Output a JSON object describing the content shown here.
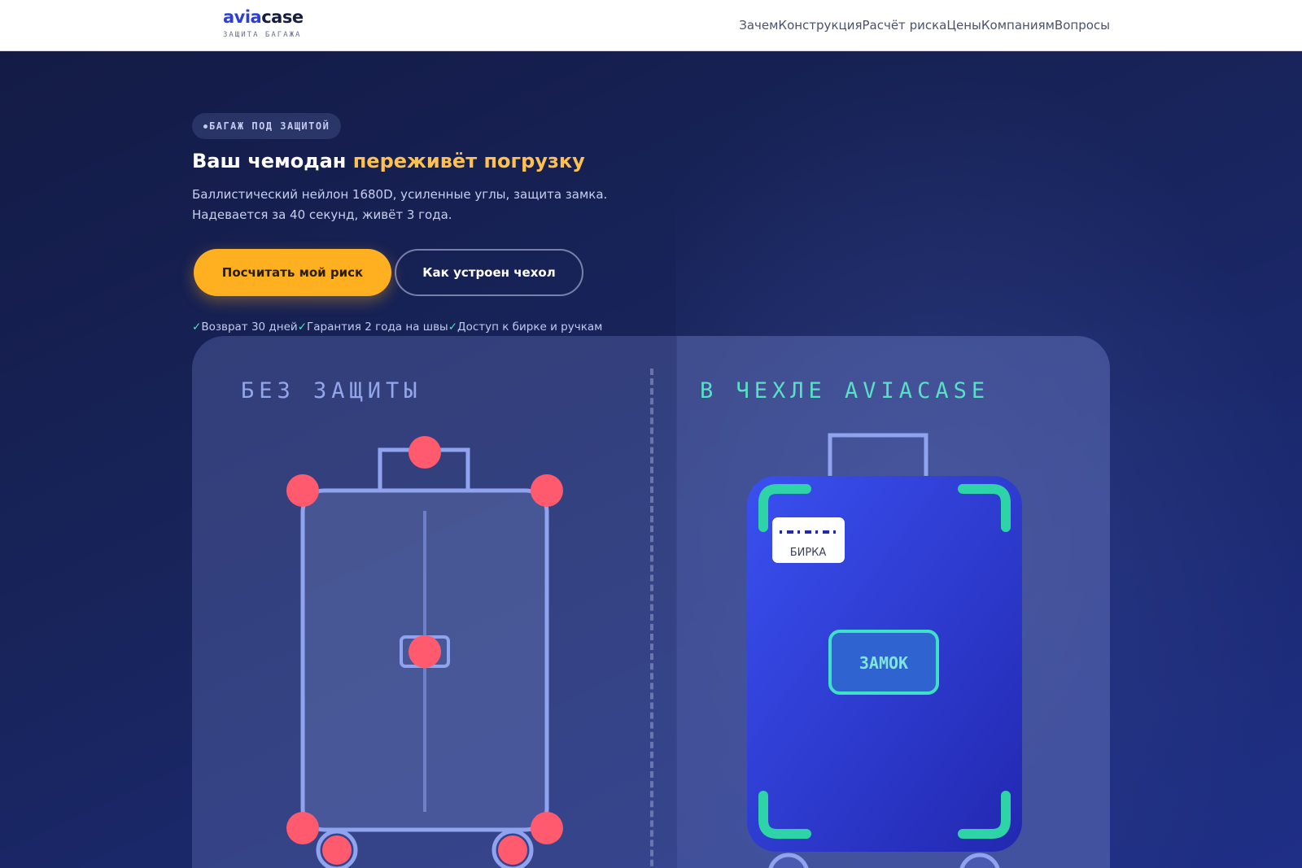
{
  "header": {
    "logo": {
      "part1": "avia",
      "part2": "case",
      "tagline": "ЗАЩИТА БАГАЖА"
    },
    "nav": [
      "Зачем",
      "Конструкция",
      "Расчёт риска",
      "Цены",
      "Компаниям",
      "Вопросы"
    ]
  },
  "hero": {
    "badge": "БАГАЖ ПОД ЗАЩИТОЙ",
    "title_main": "Ваш чемодан ",
    "title_accent": "переживёт погрузку",
    "subtitle": "Баллистический нейлон 1680D, усиленные углы, защита замка. Надевается за 40 секунд, живёт 3 года.",
    "cta_primary": "Посчитать мой риск",
    "cta_secondary": "Как устроен чехол",
    "perks": [
      "Возврат 30 дней",
      "Гарантия 2 года на швы",
      "Доступ к бирке и ручкам"
    ],
    "perk_check": "✓"
  },
  "comparison": {
    "left_label": "БЕЗ ЗАЩИТЫ",
    "right_label": "В ЧЕХЛЕ AVIACASE",
    "tag_label": "БИРКА",
    "lock_label": "ЗАМОК"
  },
  "colors": {
    "accent": "#ffb020",
    "accent_text": "#ffc14d",
    "brand": "#2d3fd6",
    "teal": "#2ed3a8",
    "danger": "#ff5a6e",
    "outline": "#8fa3ee"
  }
}
